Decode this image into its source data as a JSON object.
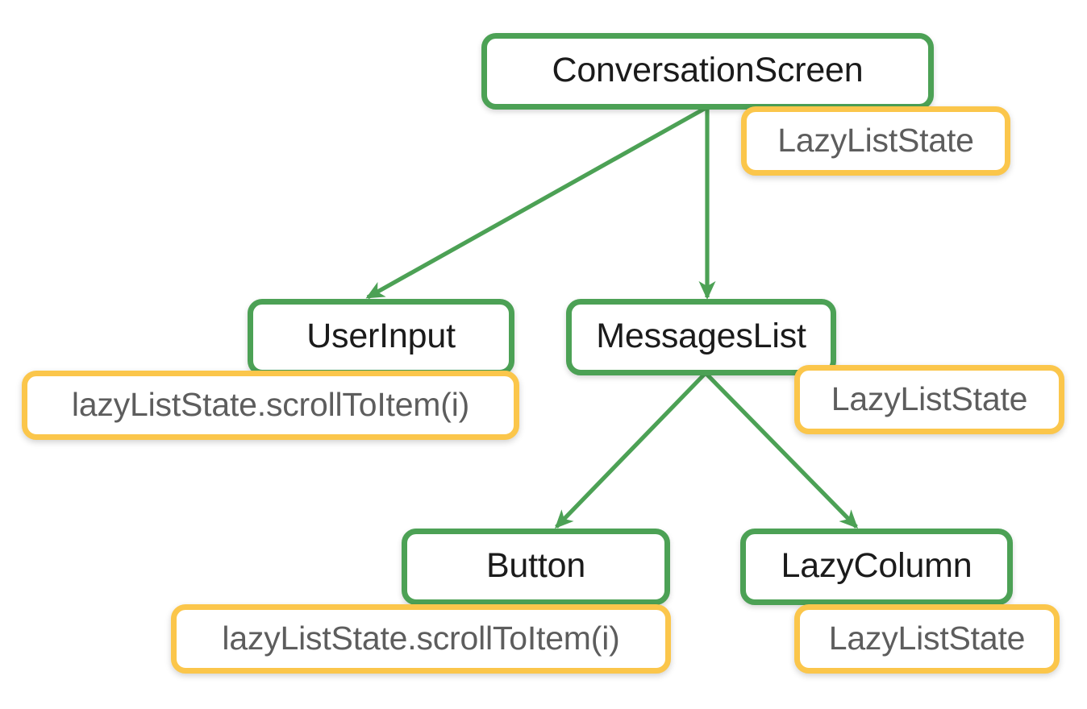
{
  "diagram": {
    "title": "ConversationScreen state hierarchy",
    "background_color": "#ffffff",
    "colors": {
      "composable_border": "#4CA155",
      "state_border": "#FBC64B",
      "edge": "#4CA155",
      "composable_text": "#1b1b1b",
      "state_text": "#5d5d5d"
    },
    "nodes": [
      {
        "id": "conversation-screen",
        "label": "ConversationScreen",
        "kind": "composable"
      },
      {
        "id": "lazyliststate-root",
        "label": "LazyListState",
        "kind": "state"
      },
      {
        "id": "user-input",
        "label": "UserInput",
        "kind": "composable"
      },
      {
        "id": "scroll-user-input",
        "label": "lazyListState.scrollToItem(i)",
        "kind": "state"
      },
      {
        "id": "messages-list",
        "label": "MessagesList",
        "kind": "composable"
      },
      {
        "id": "lazyliststate-messages",
        "label": "LazyListState",
        "kind": "state"
      },
      {
        "id": "button",
        "label": "Button",
        "kind": "composable"
      },
      {
        "id": "scroll-button",
        "label": "lazyListState.scrollToItem(i)",
        "kind": "state"
      },
      {
        "id": "lazy-column",
        "label": "LazyColumn",
        "kind": "composable"
      },
      {
        "id": "lazyliststate-column",
        "label": "LazyListState",
        "kind": "state"
      }
    ],
    "edges": [
      {
        "from": "conversation-screen",
        "to": "user-input"
      },
      {
        "from": "conversation-screen",
        "to": "messages-list"
      },
      {
        "from": "messages-list",
        "to": "button"
      },
      {
        "from": "messages-list",
        "to": "lazy-column"
      }
    ]
  }
}
